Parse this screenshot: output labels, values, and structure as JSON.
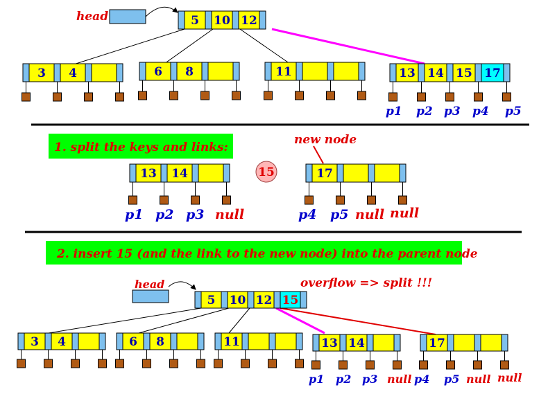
{
  "colors": {
    "key_bg": "#ffff00",
    "new_key_bg": "#00ffff",
    "ptr_bg": "#7ec0ee",
    "banner_bg": "#00ff00",
    "label_red": "#e00000",
    "label_blue": "#0000cc",
    "magenta_link": "#ff00ff",
    "circle_bg": "#ffb6b6"
  },
  "top": {
    "head_label": "head",
    "root_keys": [
      "5",
      "10",
      "12"
    ],
    "children": [
      {
        "keys": [
          "3",
          "4",
          ""
        ]
      },
      {
        "keys": [
          "6",
          "8",
          ""
        ]
      },
      {
        "keys": [
          "11",
          "",
          ""
        ]
      },
      {
        "keys": [
          "13",
          "14",
          "15",
          "17"
        ]
      }
    ],
    "ptr_labels": [
      "p1",
      "p2",
      "p3",
      "p4",
      "p5"
    ]
  },
  "step1": {
    "banner": "1. split the keys and links:",
    "new_node_label": "new node",
    "left_keys": [
      "13",
      "14",
      ""
    ],
    "middle_key": "15",
    "right_keys": [
      "17",
      "",
      ""
    ],
    "left_ptr_labels": [
      "p1",
      "p2",
      "p3",
      "null"
    ],
    "right_ptr_labels": [
      "p4",
      "p5",
      "null",
      "null"
    ]
  },
  "step2": {
    "banner": "2. insert 15 (and the link to the new node) into the parent node",
    "head_label": "head",
    "overflow_label": "overflow => split !!!",
    "root_keys": [
      "5",
      "10",
      "12",
      "15"
    ],
    "children": [
      {
        "keys": [
          "3",
          "4",
          ""
        ]
      },
      {
        "keys": [
          "6",
          "8",
          ""
        ]
      },
      {
        "keys": [
          "11",
          "",
          ""
        ]
      },
      {
        "keys": [
          "13",
          "14",
          ""
        ]
      },
      {
        "keys": [
          "17",
          "",
          ""
        ]
      }
    ],
    "left_ptr_labels": [
      "p1",
      "p2",
      "p3",
      "null"
    ],
    "right_ptr_labels": [
      "p4",
      "p5",
      "null",
      "null"
    ]
  }
}
